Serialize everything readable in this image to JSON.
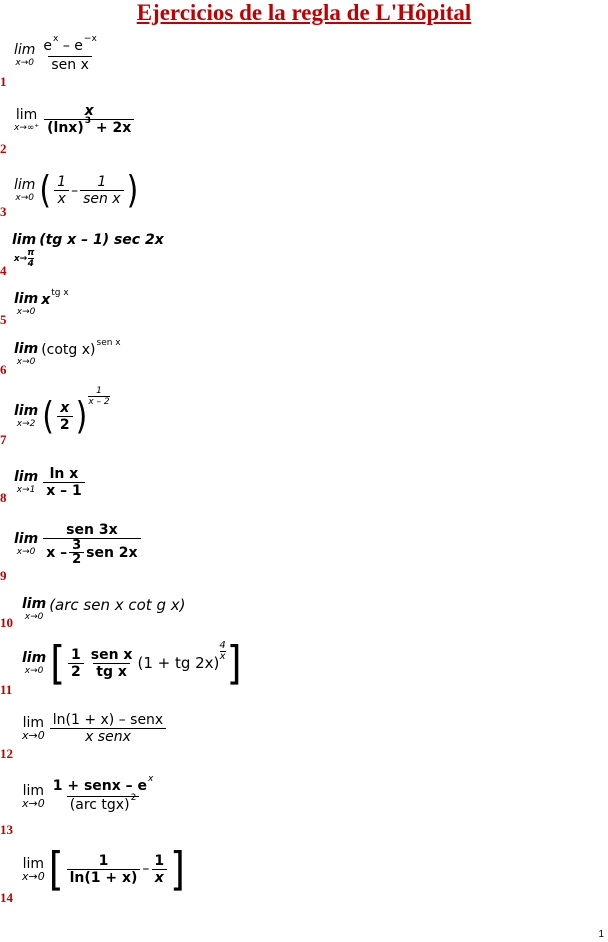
{
  "title": "Ejercicios de la regla de L'Hôpital",
  "page_number": "1",
  "numbers": [
    "1",
    "2",
    "3",
    "4",
    "5",
    "6",
    "7",
    "8",
    "9",
    "10",
    "11",
    "12",
    "13",
    "14"
  ],
  "t": {
    "lim": "lim",
    "x0": "x→0",
    "xinf": "x→∞⁺",
    "xpi": "x→",
    "pi": "π",
    "four": "4",
    "x2": "x→2",
    "x1": "x→1",
    "ex": "e",
    "ex_sup": "x",
    "minus": " – ",
    "emx_sup": "−x",
    "senx": "sen x",
    "x": "x",
    "lnx": "(lnx)",
    "three": "3",
    "plus2x": " + 2x",
    "one": "1",
    "tgx1": "(tg x – 1)",
    "sec2x": "sec 2x",
    "tgx": "tg x",
    "cotgx": "(cotg x)",
    "x2frac": "x",
    "two": "2",
    "xm2": "x – 2",
    "lnx2": "ln x",
    "xm1": "x – 1",
    "sen3x": "sen 3x",
    "xminus": "x – ",
    "sen2x": "sen 2x",
    "arcsen": "(arc sen x  cot g x)",
    "tg2x": "(1 + tg 2x)",
    "ln1x": "ln(1 + x) – senx",
    "xsenx": "x senx",
    "num13": "1 + senx – e",
    "arctg": "(arc tgx)",
    "ln1x2": "ln(1 + x)"
  }
}
